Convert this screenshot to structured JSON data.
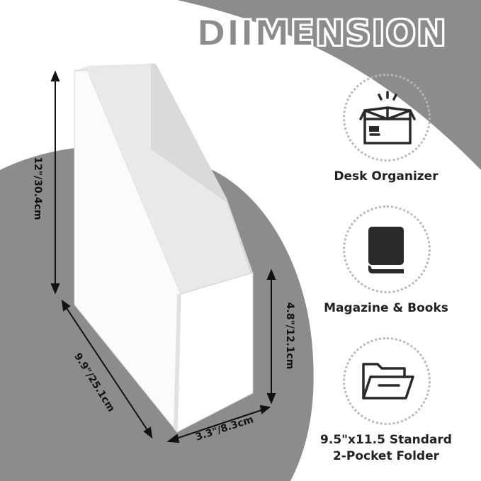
{
  "title": "DIIMENSION",
  "dimensions": {
    "height": "12\"/30.4cm",
    "length": "9.9\"/25.1cm",
    "width": "3.3\"/8.3cm",
    "front_height": "4.8\"/12.1cm"
  },
  "features": [
    {
      "label": "Desk Organizer",
      "icon": "box-icon"
    },
    {
      "label": "Magazine & Books",
      "icon": "book-icon"
    },
    {
      "label_line1": "9.5\"x11.5 Standard",
      "label_line2": "2-Pocket Folder",
      "icon": "folder-icon"
    }
  ],
  "colors": {
    "gray": "#8c8c8c",
    "white": "#ffffff",
    "text": "#222222"
  }
}
